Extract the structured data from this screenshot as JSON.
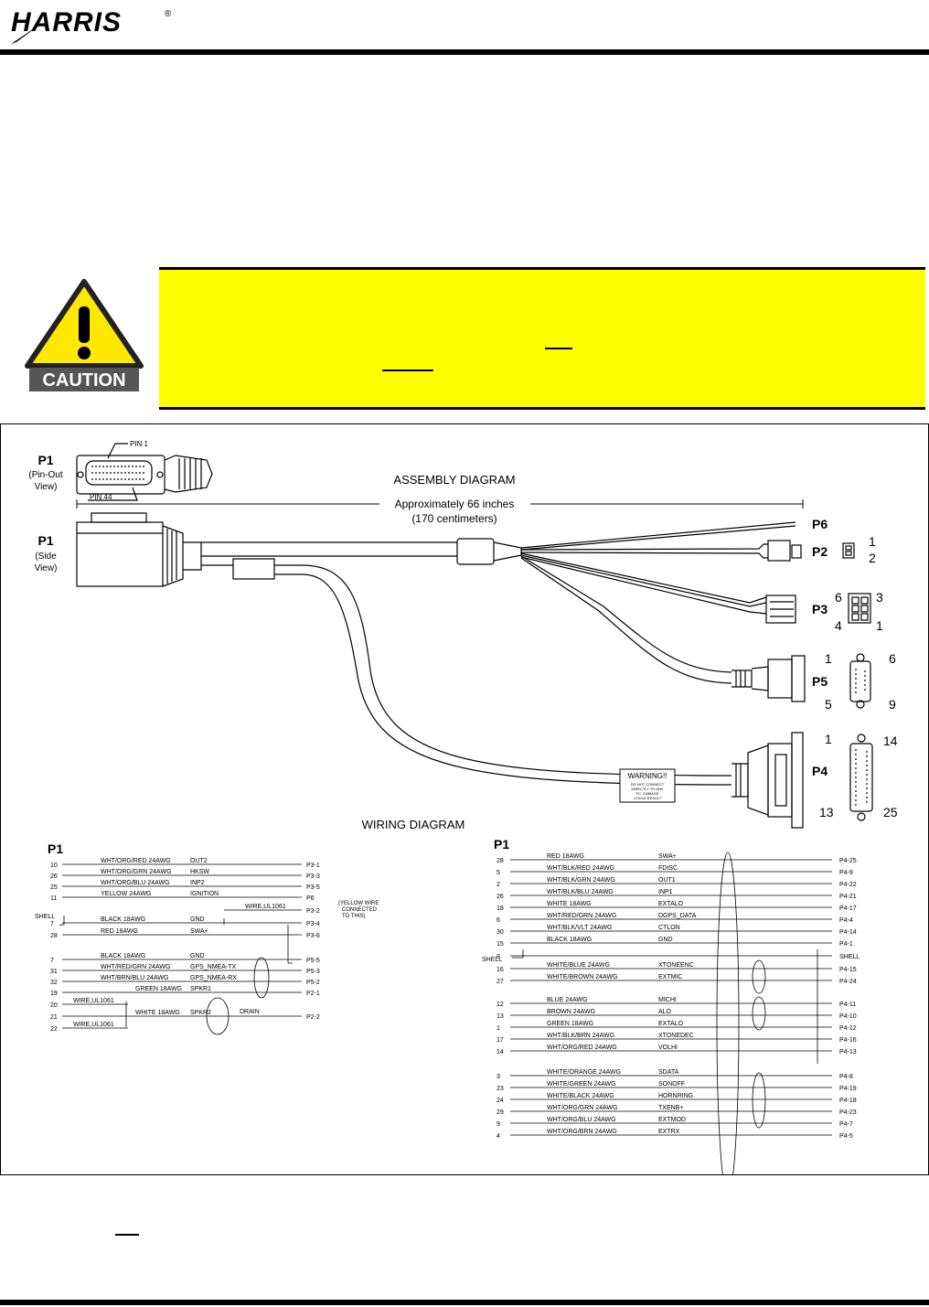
{
  "header": {
    "brand": "HARRIS",
    "registered": "®"
  },
  "caution": {
    "label": "CAUTION"
  },
  "assembly": {
    "title": "ASSEMBLY DIAGRAM",
    "length_line1": "Approximately 66 inches",
    "length_line2": "(170 centimeters)",
    "p1_pinout_label": "P1",
    "p1_pinout_sub1": "(Pin-Out",
    "p1_pinout_sub2": "View)",
    "p1_side_label": "P1",
    "p1_side_sub1": "(Side",
    "p1_side_sub2": "View)",
    "pin1": "PIN 1",
    "pin44": "PIN 44",
    "connectors": {
      "p6": "P6",
      "p2": "P2",
      "p3": "P3",
      "p5": "P5",
      "p4": "P4"
    },
    "p2_pins": [
      "1",
      "2"
    ],
    "p3_pins": [
      "6",
      "3",
      "4",
      "1"
    ],
    "p5_pins": [
      "1",
      "6",
      "5",
      "9"
    ],
    "p4_pins": [
      "1",
      "14",
      "13",
      "25"
    ],
    "warning_tag": "WARNING!!",
    "warning_small": [
      "DO NOT CONNECT",
      "DIRECTLY TO ANY",
      "PC. DAMAGE",
      "COULD RESULT"
    ]
  },
  "wiring": {
    "title": "WIRING DIAGRAM",
    "left_label": "P1",
    "right_label": "P1",
    "shell": "SHELL",
    "drain": "DRAIN",
    "yellow_note": [
      "(YELLOW WIRE",
      "CONNECTED",
      "TO THIS)"
    ],
    "left_rows": [
      {
        "pin": "10",
        "wire": "WHT/ORG/RED 24AWG",
        "signal": "OUT2",
        "dest": "P3-1"
      },
      {
        "pin": "26",
        "wire": "WHT/ORG/GRN 24AWG",
        "signal": "HKSW",
        "dest": "P3-3"
      },
      {
        "pin": "25",
        "wire": "WHT/ORG/BLU 24AWG",
        "signal": "INP2",
        "dest": "P3-5"
      },
      {
        "pin": "11",
        "wire": "YELLOW 24AWG",
        "signal": "IGNITION",
        "dest": "P6"
      },
      {
        "pin": "",
        "wire": "WIRE,UL1061",
        "signal": "",
        "dest": "P3-2"
      },
      {
        "pin": "7",
        "wire": "BLACK 18AWG",
        "signal": "GND",
        "dest": "P3-4"
      },
      {
        "pin": "28",
        "wire": "RED 18AWG",
        "signal": "SWA+",
        "dest": "P3-6"
      },
      {
        "pin": "7",
        "wire": "BLACK 18AWG",
        "signal": "GND",
        "dest": "P5-5"
      },
      {
        "pin": "31",
        "wire": "WHT/RED/GRN 24AWG",
        "signal": "GPS_NMEA-TX",
        "dest": "P5-3"
      },
      {
        "pin": "32",
        "wire": "WHT/BRN/BLU 24AWG",
        "signal": "GPS_NMEA-RX",
        "dest": "P5-2"
      },
      {
        "pin": "19",
        "wire": "GREEN 18AWG",
        "signal": "SPKR1",
        "dest": "P2-1"
      },
      {
        "pin": "20",
        "wire": "WIRE,UL1061",
        "signal": "",
        "dest": ""
      },
      {
        "pin": "21",
        "wire": "WHITE 18AWG",
        "signal": "SPKR2",
        "dest": "P2-2"
      },
      {
        "pin": "22",
        "wire": "WIRE,UL1061",
        "signal": "",
        "dest": ""
      }
    ],
    "right_rows": [
      {
        "pin": "28",
        "wire": "RED 18AWG",
        "signal": "SWA+",
        "dest": "P4-25"
      },
      {
        "pin": "5",
        "wire": "WHT/BLK/RED 24AWG",
        "signal": "FDISC",
        "dest": "P4-9"
      },
      {
        "pin": "2",
        "wire": "WHT/BLK/GRN 24AWG",
        "signal": "OUT1",
        "dest": "P4-22"
      },
      {
        "pin": "26",
        "wire": "WHT/BLK/BLU 24AWG",
        "signal": "INP1",
        "dest": "P4-21"
      },
      {
        "pin": "18",
        "wire": "WHITE 18AWG",
        "signal": "EXTALO",
        "dest": "P4-17"
      },
      {
        "pin": "6",
        "wire": "WHT/RED/GRN 24AWG",
        "signal": "DGPS_DATA",
        "dest": "P4-4"
      },
      {
        "pin": "30",
        "wire": "WHT/BLK/VLT 24AWG",
        "signal": "CTLON",
        "dest": "P4-14"
      },
      {
        "pin": "15",
        "wire": "BLACK 18AWG",
        "signal": "GND",
        "dest": "P4-1"
      },
      {
        "pin": "8",
        "wire": "",
        "signal": "",
        "dest": "SHELL"
      },
      {
        "pin": "16",
        "wire": "WHITE/BLUE 24AWG",
        "signal": "XTONEENC",
        "dest": "P4-15"
      },
      {
        "pin": "27",
        "wire": "WHITE/BROWN 24AWG",
        "signal": "EXTMIC",
        "dest": "P4-24"
      },
      {
        "pin": "12",
        "wire": "BLUE 24AWG",
        "signal": "MICHI",
        "dest": "P4-11"
      },
      {
        "pin": "13",
        "wire": "BROWN 24AWG",
        "signal": "ALO",
        "dest": "P4-10"
      },
      {
        "pin": "1",
        "wire": "GREEN 18AWG",
        "signal": "EXTALO",
        "dest": "P4-12"
      },
      {
        "pin": "17",
        "wire": "WHT/BLK/BRN 24AWG",
        "signal": "XTONEDEC",
        "dest": "P4-16"
      },
      {
        "pin": "14",
        "wire": "WHT/ORG/RED 24AWG",
        "signal": "VOLHI",
        "dest": "P4-13"
      },
      {
        "pin": "3",
        "wire": "WHITE/ORANGE 24AWG",
        "signal": "SDATA",
        "dest": "P4-8"
      },
      {
        "pin": "23",
        "wire": "WHITE/GREEN 24AWG",
        "signal": "SONOFF",
        "dest": "P4-19"
      },
      {
        "pin": "24",
        "wire": "WHITE/BLACK 24AWG",
        "signal": "HORNRING",
        "dest": "P4-18"
      },
      {
        "pin": "29",
        "wire": "WHT/ORG/GRN 24AWG",
        "signal": "TXENB+",
        "dest": "P4-23"
      },
      {
        "pin": "9",
        "wire": "WHT/ORG/BLU 24AWG",
        "signal": "EXTMOD",
        "dest": "P4-7"
      },
      {
        "pin": "4",
        "wire": "WHT/ORG/BRN 24AWG",
        "signal": "EXTRX",
        "dest": "P4-5"
      }
    ]
  }
}
